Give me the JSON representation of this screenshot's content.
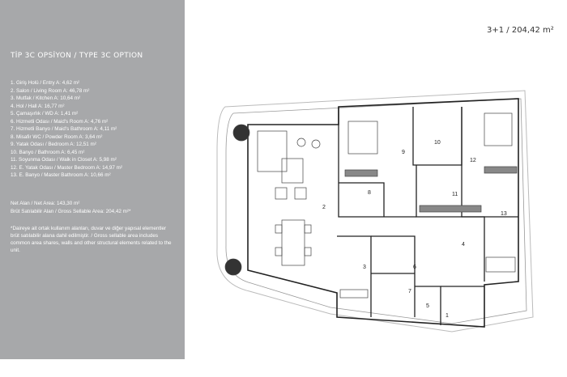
{
  "header": {
    "type_label": "3+1 / 204,42 m²"
  },
  "sidebar": {
    "title": "TİP 3C OPSİYON / TYPE 3C OPTION",
    "rooms": [
      "1. Giriş Holü / Entry A: 4,62 m²",
      "2. Salon / Living Room A: 46,78 m²",
      "3. Mutfak / Kitchen A: 10,64 m²",
      "4. Hol / Hall A: 16,77 m²",
      "5. Çamaşırlık / WD A: 1,41 m²",
      "6. Hizmetli Odası / Maid's Room A: 4,76 m²",
      "7. Hizmetli Banyo / Maid's Bathroom A: 4,11 m²",
      "8. Misafir WC / Powder Room A: 3,64 m²",
      "9. Yatak Odası / Bedroom A: 12,51 m²",
      "10. Banyo / Bathroom A: 6,45 m²",
      "11. Soyunma Odası / Walk in Closet A: 5,98 m²",
      "12. E. Yatak Odası / Master Bedroom A: 14,97 m²",
      "13. E. Banyo / Master Bathroom A: 10,66 m²"
    ],
    "net_area": "Net Alan / Net Area: 143,30 m²",
    "gross_area": "Brüt Satılabilir Alan / Gross Sellable Area: 204,42 m²*",
    "note": "*Daireye ait ortak kullanım alanları, duvar ve diğer yapısal elementler brüt satılabilir alana dahil edilmiştir. / Gross sellable area includes common area shares, walls and other structural elements related to the unit."
  },
  "plan": {
    "room_numbers": [
      "1",
      "2",
      "3",
      "4",
      "5",
      "6",
      "7",
      "8",
      "9",
      "10",
      "11",
      "12",
      "13"
    ]
  },
  "colors": {
    "sidebar_bg": "#a7a8aa",
    "wall": "#222222",
    "frame": "#c7c8ca"
  }
}
